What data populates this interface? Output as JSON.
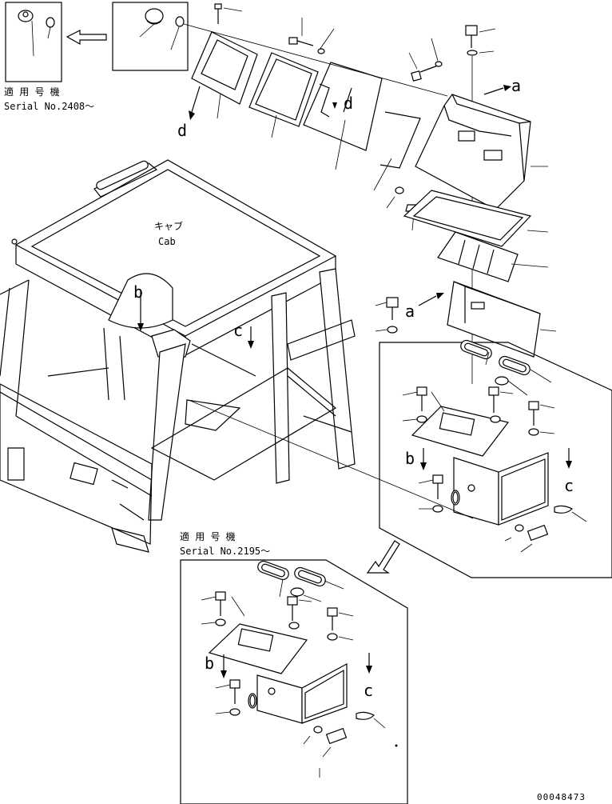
{
  "serial_1": {
    "label": "適 用 号 機",
    "number": "Serial No.2408～"
  },
  "serial_2": {
    "label": "適 用 号 機",
    "number": "Serial No.2195～"
  },
  "cab": {
    "label_jp": "キャブ",
    "label_en": "Cab"
  },
  "callouts": {
    "a": "a",
    "b": "b",
    "c": "c",
    "d": "d"
  },
  "drawing_number": "00048473"
}
